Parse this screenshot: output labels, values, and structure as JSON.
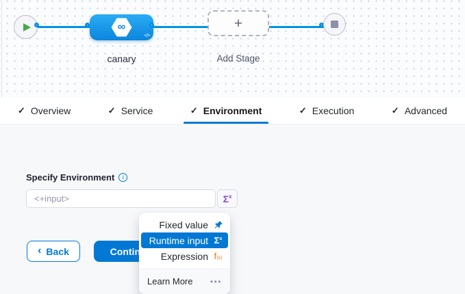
{
  "canvas": {
    "stage_name": "canary",
    "add_stage_label": "Add Stage",
    "plus_glyph": "+",
    "infinity_glyph": "∞",
    "code_glyph": "</>"
  },
  "tabs": [
    {
      "check": "✓",
      "label": "Overview"
    },
    {
      "check": "✓",
      "label": "Service"
    },
    {
      "check": "✓",
      "label": "Environment"
    },
    {
      "check": "✓",
      "label": "Execution"
    },
    {
      "check": "✓",
      "label": "Advanced"
    }
  ],
  "form": {
    "label": "Specify Environment",
    "info_glyph": "i",
    "placeholder": "<+input>",
    "sigma_glyph": "Σ",
    "sigma_sup": "x"
  },
  "menu": {
    "items": [
      {
        "label": "Fixed value"
      },
      {
        "label": "Runtime input",
        "sigma": "Σ",
        "sigma_sup": "x"
      },
      {
        "label": "Expression",
        "fx_f": "f",
        "fx_sub": "(x)"
      }
    ],
    "footer_label": "Learn More",
    "footer_more": "•••"
  },
  "buttons": {
    "back_chevron": "‹",
    "back": "Back",
    "continue": "Continue"
  },
  "colors": {
    "primary_blue": "#0278d5",
    "connector_blue": "#0092e4",
    "stage_gradient_top": "#2aacf4",
    "stage_gradient_bottom": "#0b86dd",
    "play_green": "#42ab45",
    "expression_orange": "#ff7020",
    "sigma_purple": "#7a4bd6",
    "selected_row_bg": "#0278d5"
  }
}
